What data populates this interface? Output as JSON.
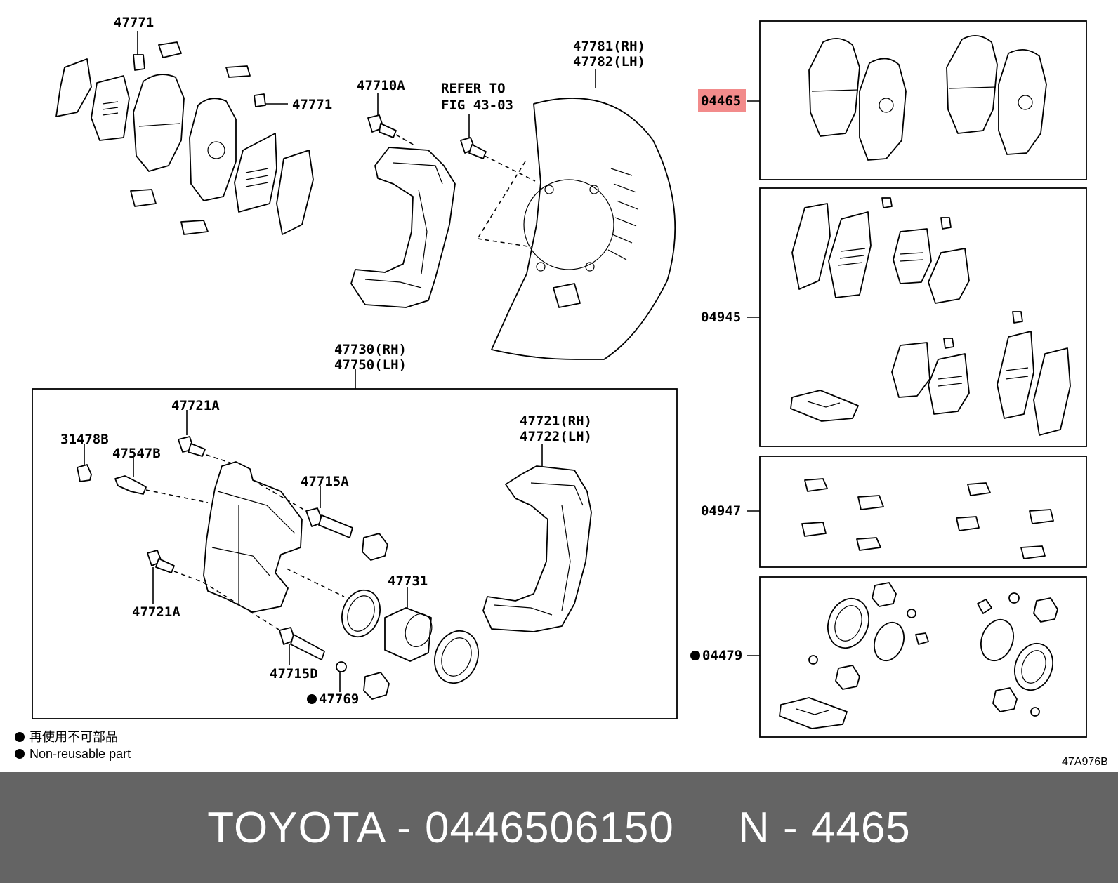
{
  "labels": {
    "p47771_top": "47771",
    "p47771_right": "47771",
    "p47710A": "47710A",
    "refer_line1": "REFER TO",
    "refer_line2": "FIG 43-03",
    "p47781": "47781(RH)",
    "p47782": "47782(LH)",
    "p47730": "47730(RH)",
    "p47750": "47750(LH)",
    "p47721A_top": "47721A",
    "p31478B": "31478B",
    "p47547B": "47547B",
    "p47715A": "47715A",
    "p47721": "47721(RH)",
    "p47722": "47722(LH)",
    "p47731": "47731",
    "p47721A_bottom": "47721A",
    "p47715D": "47715D",
    "p47769": "47769",
    "k04465": "04465",
    "k04945": "04945",
    "k04947": "04947",
    "k04479": "04479"
  },
  "legend": {
    "japanese": "再使用不可部品",
    "english": "Non-reusable part"
  },
  "figure_code": "47A976B",
  "highlight_color": "#f28b8b",
  "footer": {
    "text": "TOYOTA - 0446506150     N - 4465"
  }
}
